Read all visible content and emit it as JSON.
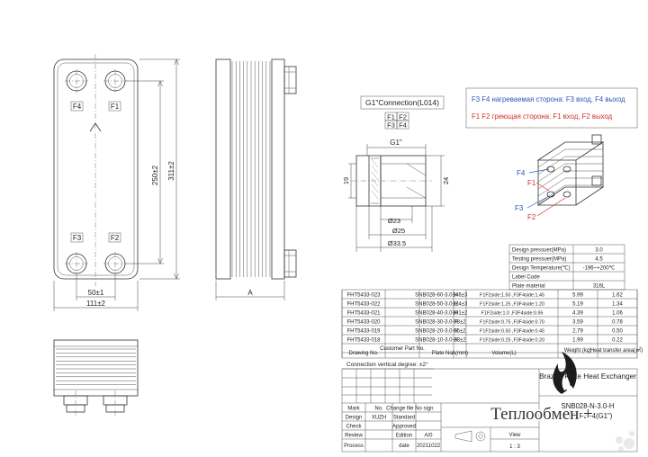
{
  "front_view": {
    "ports": {
      "f4": "F4",
      "f1": "F1",
      "f3": "F3",
      "f2": "F2"
    },
    "dims": {
      "height_inner": "250±2",
      "height_outer": "311±2",
      "width_inner": "50±1",
      "width_outer": "111±2"
    },
    "flow_arrow": "^"
  },
  "side_view": {
    "dim_a": "A"
  },
  "detail": {
    "title": "G1\"Connection(L014)",
    "port_grid": [
      "F1",
      "F2",
      "F3",
      "F4"
    ],
    "thread": "G1\"",
    "dims": {
      "d23": "Ø23",
      "d25": "Ø25",
      "d335": "Ø33.5",
      "h19": "19",
      "h24": "24"
    }
  },
  "notes": {
    "line1": "F3 F4 нагреваемая сторона: F3  вход, F4 выход",
    "line2": "F1 F2 греющая сторона: F1  вход, F2 выход"
  },
  "iso": {
    "labels": [
      "F4",
      "F1",
      "F3",
      "F2"
    ]
  },
  "specs": [
    {
      "label": "Design pressuer(MPa)",
      "value": "3.0"
    },
    {
      "label": "Testing pressuer(MPa)",
      "value": "4.5"
    },
    {
      "label": "Design Temperature(℃)",
      "value": "-196~+200℃"
    },
    {
      "label": "Label Code",
      "value": ""
    },
    {
      "label": "Plate material",
      "value": "316L"
    }
  ],
  "models": [
    {
      "drawing": "FHT5433-023",
      "part": "SNB028-60-3.0-H",
      "a": "146±3",
      "vol": "F1F2side:1.50 ,F3F4side:1.45",
      "weight": "5.99",
      "area": "1.62"
    },
    {
      "drawing": "FHT5433-022",
      "part": "SNB028-50-3.0-H",
      "a": "124±3",
      "vol": "F1F2side:1.25 ,F3F4side:1.20",
      "weight": "5.19",
      "area": "1.34"
    },
    {
      "drawing": "FHT5433-021",
      "part": "SNB028-40-3.0-H",
      "a": "101±2",
      "vol": "F1F2side:1.0 ,F3F4side:0.95",
      "weight": "4.39",
      "area": "1.06"
    },
    {
      "drawing": "FHT5433-020",
      "part": "SNB028-30-3.0-H",
      "a": "78±2",
      "vol": "F1F2side:0.75 ,F3F4side:0.70",
      "weight": "3.59",
      "area": "0.78"
    },
    {
      "drawing": "FHT5433-019",
      "part": "SNB028-20-3.0-H",
      "a": "55±2",
      "vol": "F1F2side:0.50 ,F3F4side:0.45",
      "weight": "2.79",
      "area": "0.50"
    },
    {
      "drawing": "FHT5433-018",
      "part": "SNB028-10-3.0-H",
      "a": "33±2",
      "vol": "F1F2side:0.25 ,F3F4side:0.20",
      "weight": "1.99",
      "area": "0.22"
    }
  ],
  "model_headers": {
    "drawing": "Drawing No.",
    "customer": "Customer Part No.",
    "plate": "Plate No.",
    "a": "A(mm)",
    "vol": "Volume(L)",
    "weight": "Weight (kg)",
    "area": "Heat transfer area(㎡)"
  },
  "connection_note": "Connection vertical degree: ±2°",
  "title_block": {
    "product": "Brazed Plate Heat Exchanger",
    "model": "SNB028-N-3.0-H",
    "ports": "F1F2F3F4(G1\")",
    "rows": {
      "mark": "Mark",
      "no": "No.",
      "change": "Change file No",
      "sign": "sign",
      "date": "Date",
      "design": "Design",
      "designer": "XUZH",
      "standard": "Standard",
      "check": "Check",
      "approved": "Approved",
      "review": "Review",
      "edition": "Edition",
      "edition_val": "A/0",
      "process": "Process",
      "date_label": "date",
      "date_val": "20211022"
    },
    "view": "View",
    "scale": "1 : 3"
  },
  "brand": "Теплообмен +"
}
